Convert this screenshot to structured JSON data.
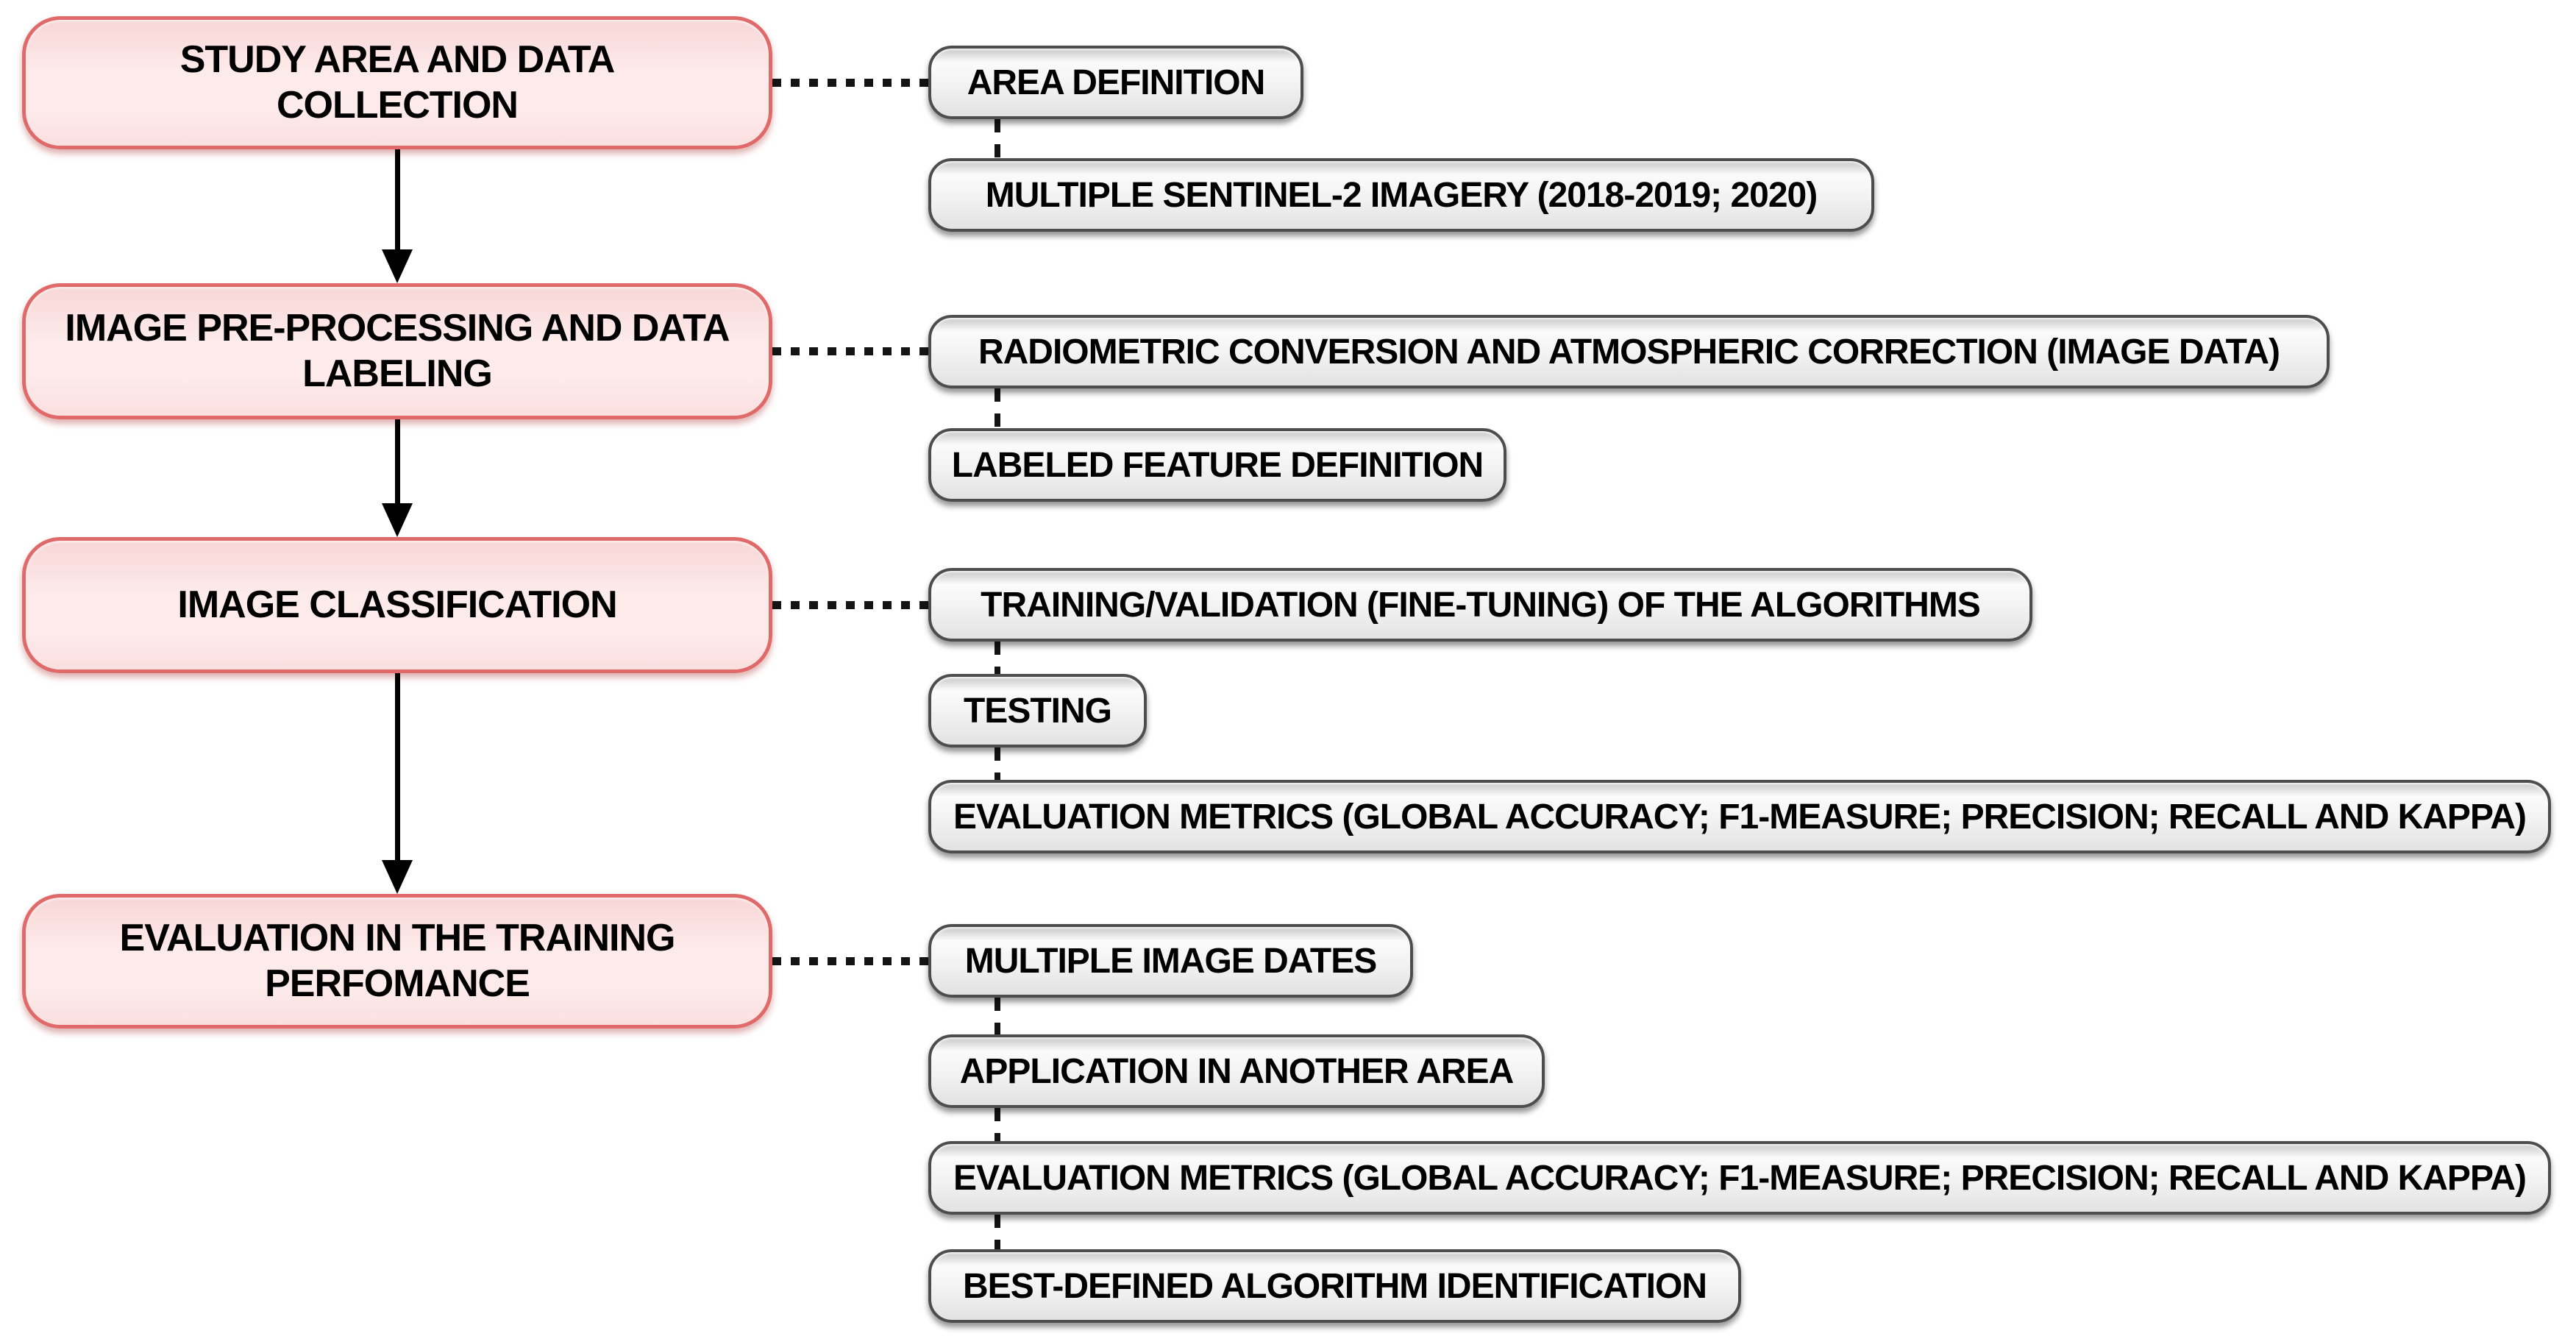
{
  "phases": [
    {
      "label": "STUDY AREA AND DATA COLLECTION",
      "items": [
        "AREA DEFINITION",
        "MULTIPLE SENTINEL-2 IMAGERY (2018-2019; 2020)"
      ]
    },
    {
      "label": "IMAGE PRE-PROCESSING AND DATA LABELING",
      "items": [
        "RADIOMETRIC CONVERSION AND ATMOSPHERIC CORRECTION (IMAGE DATA)",
        "LABELED FEATURE DEFINITION"
      ]
    },
    {
      "label": "IMAGE CLASSIFICATION",
      "items": [
        "TRAINING/VALIDATION (FINE-TUNING) OF THE ALGORITHMS",
        "TESTING",
        "EVALUATION METRICS (GLOBAL ACCURACY; F1-MEASURE; PRECISION; RECALL AND KAPPA)"
      ]
    },
    {
      "label": "EVALUATION IN THE TRAINING PERFOMANCE",
      "items": [
        "MULTIPLE IMAGE DATES",
        "APPLICATION IN ANOTHER AREA",
        "EVALUATION METRICS (GLOBAL ACCURACY; F1-MEASURE; PRECISION; RECALL AND KAPPA)",
        "BEST-DEFINED ALGORITHM IDENTIFICATION"
      ]
    }
  ],
  "colors": {
    "phase-fill": "#fdeaea",
    "phase-fill-top": "#f8d6d6",
    "phase-fill-bottom": "#fbdfdf",
    "phase-border": "#e06a6a",
    "item-fill": "#f2f2f2",
    "item-fill-top": "#c7c7c7",
    "item-fill-bottom": "#e2e2e2",
    "item-border": "#4d4d4d",
    "connector": "#141414",
    "arrow": "#000000",
    "text": "#000000",
    "background": "#ffffff"
  }
}
